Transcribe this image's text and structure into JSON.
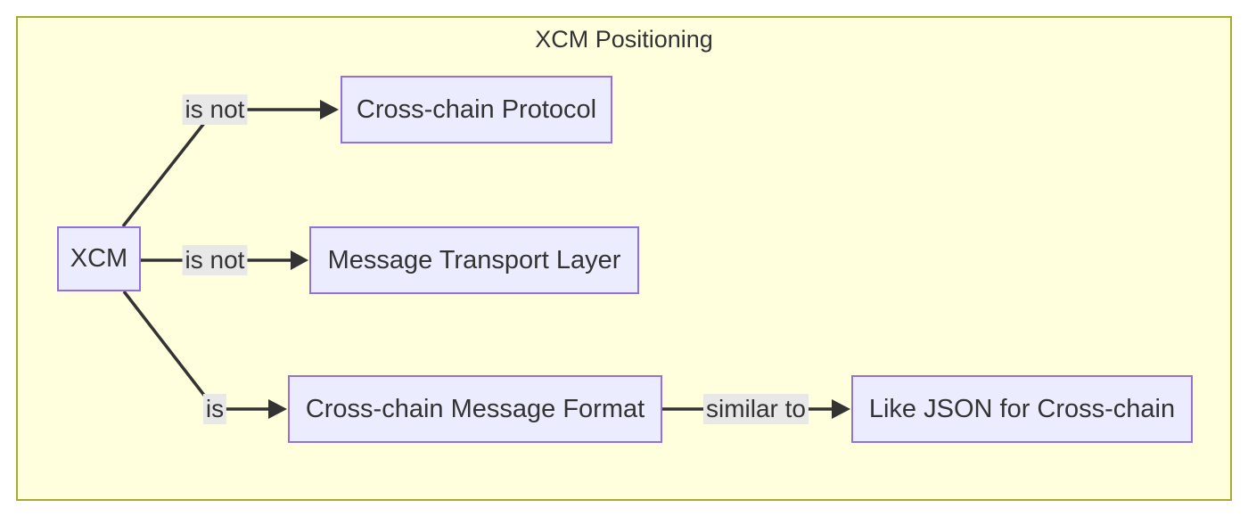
{
  "diagram": {
    "type": "flowchart",
    "title": "XCM Positioning",
    "nodes": [
      {
        "id": "xcm",
        "label": "XCM"
      },
      {
        "id": "protocol",
        "label": "Cross-chain Protocol"
      },
      {
        "id": "transport",
        "label": "Message Transport Layer"
      },
      {
        "id": "format",
        "label": "Cross-chain Message Format"
      },
      {
        "id": "json",
        "label": "Like JSON for Cross-chain"
      }
    ],
    "edges": [
      {
        "from": "XCM",
        "to": "Cross-chain Protocol",
        "label": "is not"
      },
      {
        "from": "XCM",
        "to": "Message Transport Layer",
        "label": "is not"
      },
      {
        "from": "XCM",
        "to": "Cross-chain Message Format",
        "label": "is"
      },
      {
        "from": "Cross-chain Message Format",
        "to": "Like JSON for Cross-chain",
        "label": "similar to"
      }
    ],
    "colors": {
      "canvas_background": "#ffffde",
      "canvas_border": "#aaaa33",
      "node_fill": "#ececff",
      "node_border": "#9370db",
      "edge_color": "#333333",
      "edge_label_background": "#e8e8e8",
      "text_color": "#333333"
    }
  }
}
